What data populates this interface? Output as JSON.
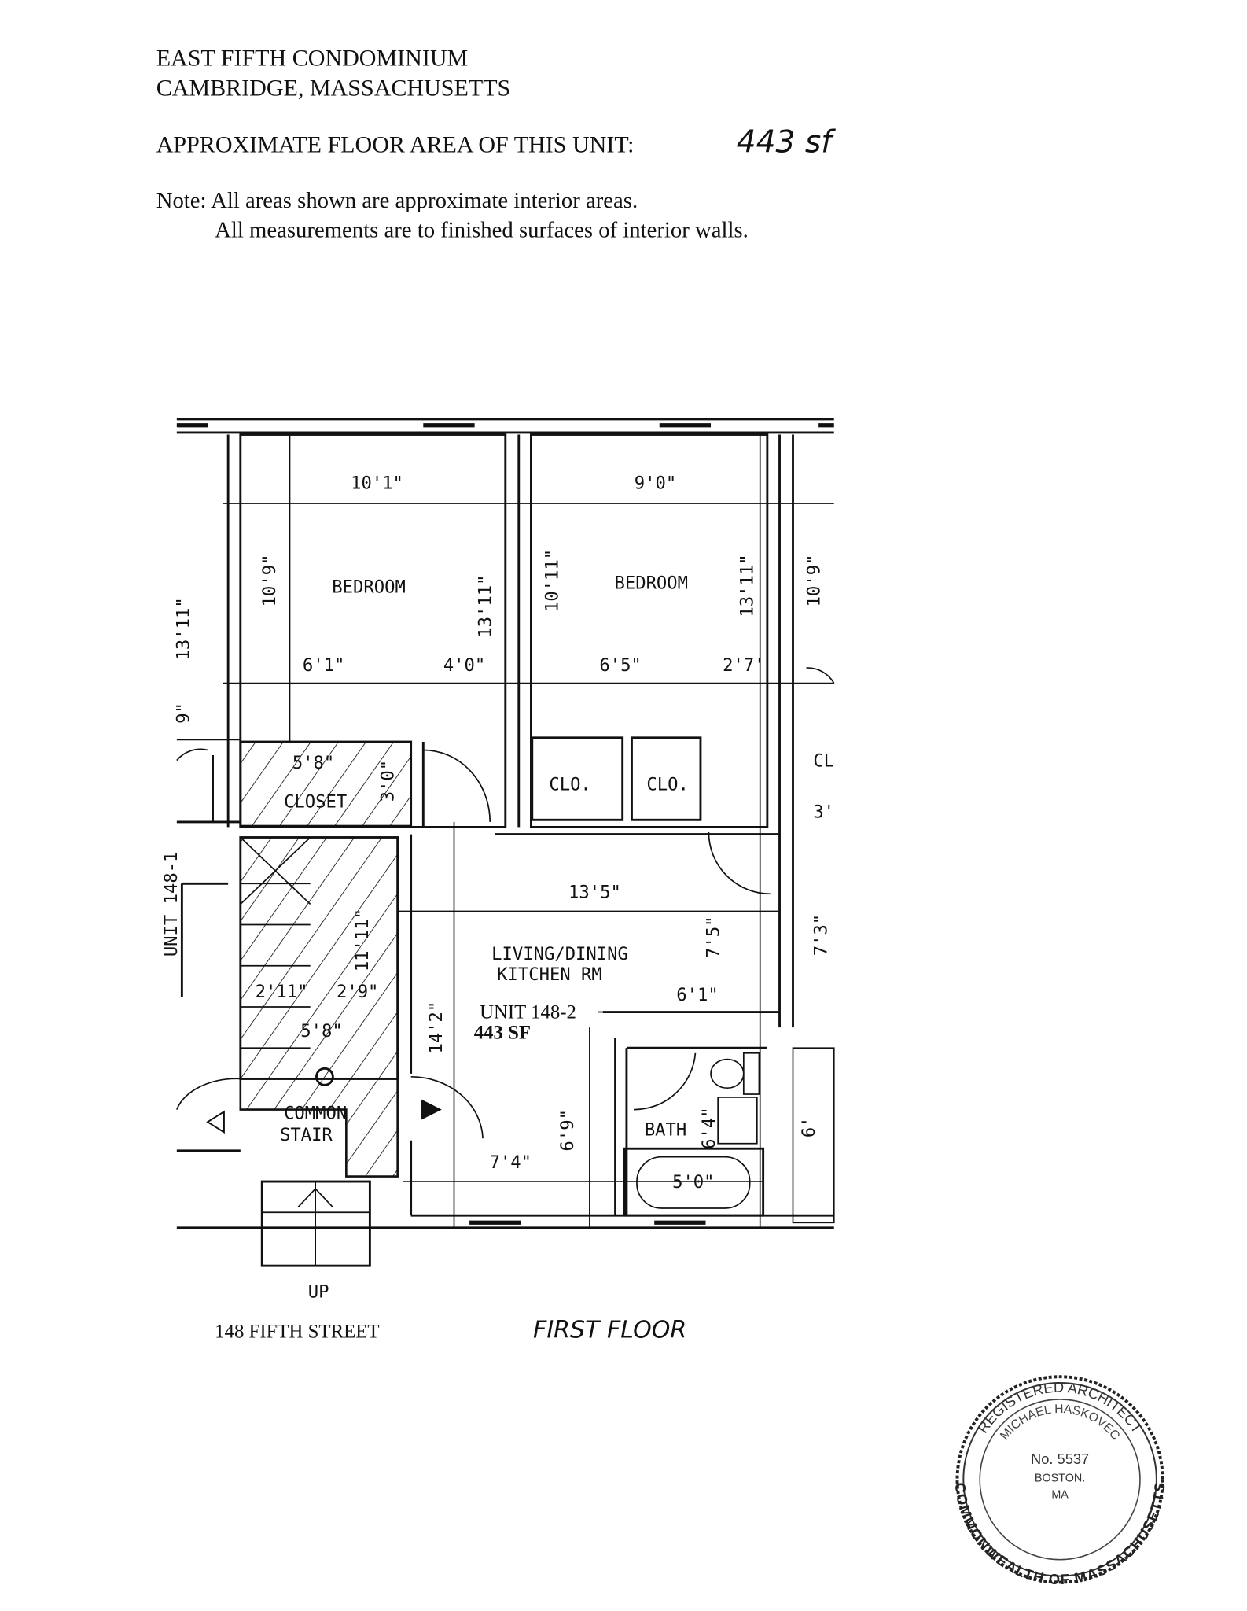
{
  "header": {
    "line1": "EAST FIFTH CONDOMINIUM",
    "line2": "CAMBRIDGE, MASSACHUSETTS",
    "area_label": "APPROXIMATE FLOOR AREA OF THIS UNIT:",
    "area_handwritten": "443 sf",
    "note1": "Note: All areas shown are approximate interior areas.",
    "note2": "All measurements are to finished surfaces of interior walls."
  },
  "plan": {
    "rooms": {
      "bedroom1": "BEDROOM",
      "bedroom2": "BEDROOM",
      "closet": "CLOSET",
      "clo1": "CLO.",
      "clo2": "CLO.",
      "clo_partial": "CL",
      "living1": "LIVING/DINING",
      "living2": "KITCHEN RM",
      "bath": "BATH",
      "common1": "COMMON",
      "common2": "STAIR",
      "up": "UP",
      "unit_left": "UNIT 148-1",
      "unit_name": "UNIT 148-2",
      "unit_area": "443 SF"
    },
    "dims": {
      "d_10_1": "10'1\"",
      "d_9_0": "9'0\"",
      "d_10_9a": "10'9\"",
      "d_13_11a": "13'11\"",
      "d_10_11": "10'11\"",
      "d_13_11b": "13'11\"",
      "d_10_9b": "10'9\"",
      "d_13_11c": "13'11\"",
      "d_6_1a": "6'1\"",
      "d_4_0": "4'0\"",
      "d_6_5": "6'5\"",
      "d_2_7": "2'7'",
      "d_9": "9\"",
      "d_5_8a": "5'8\"",
      "d_3_0": "3'0\"",
      "d_3p": "3'",
      "d_13_5": "13'5\"",
      "d_7_5": "7'5\"",
      "d_7_3": "7'3\"",
      "d_11_11": "11'11\"",
      "d_2_11": "2'11\"",
      "d_2_9": "2'9\"",
      "d_5_8b": "5'8\"",
      "d_14_2": "14'2\"",
      "d_6_1b": "6'1\"",
      "d_6_9": "6'9\"",
      "d_6_4": "6'4\"",
      "d_6p": "6'",
      "d_7_4": "7'4\"",
      "d_5_0": "5'0\""
    },
    "street": "148 FIFTH STREET",
    "floor_handwritten": "FIRST FLOOR"
  },
  "stamp": {
    "top_arc": "REGISTERED ARCHITECT",
    "name_arc": "MICHAEL HASKOVEC",
    "number": "No. 5537",
    "city": "BOSTON.",
    "state": "MA",
    "bottom_arc": "COMMONWEALTH OF MASSACHUSETTS"
  }
}
